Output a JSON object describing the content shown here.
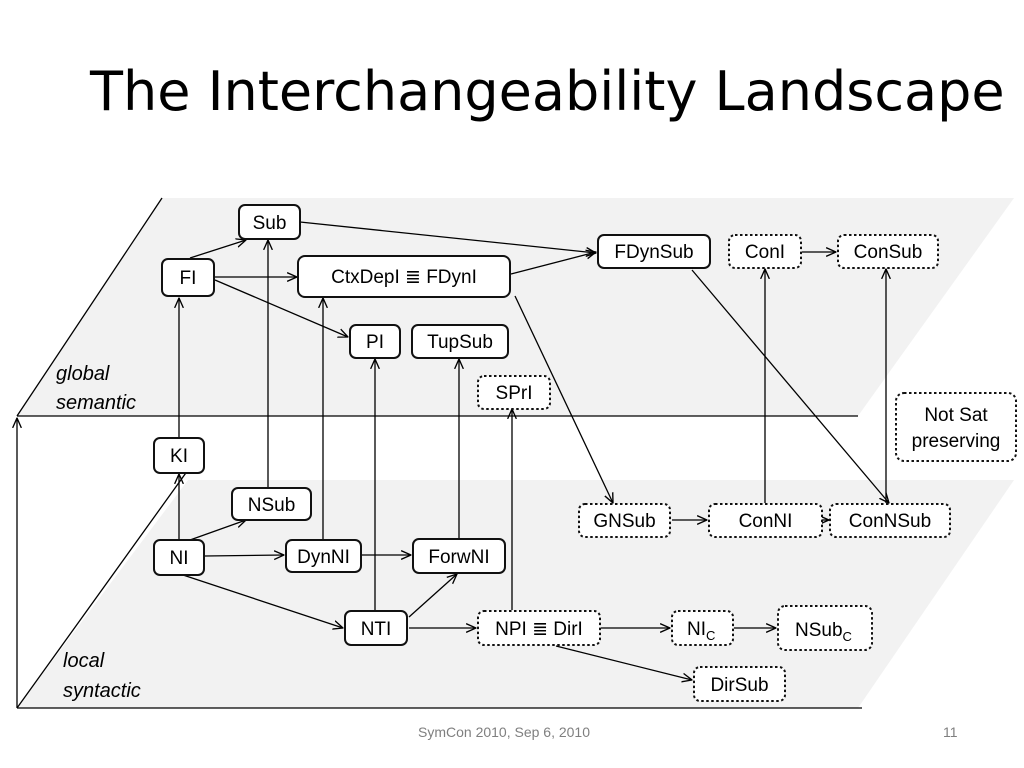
{
  "slide": {
    "title": "The Interchangeability Landscape",
    "footer": "SymCon 2010, Sep 6, 2010",
    "page_number": "11"
  },
  "regions": {
    "global": [
      "global",
      "semantic"
    ],
    "local": [
      "local",
      "syntactic"
    ]
  },
  "nodes": {
    "sub": {
      "label": "Sub"
    },
    "fi": {
      "label": "FI"
    },
    "ctxdepi": {
      "label": "CtxDepI ≣ FDynI"
    },
    "fdynsub": {
      "label": "FDynSub"
    },
    "coni": {
      "label": "ConI"
    },
    "consub": {
      "label": "ConSub"
    },
    "pi": {
      "label": "PI"
    },
    "tupsub": {
      "label": "TupSub"
    },
    "spri": {
      "label": "SPrI"
    },
    "notsat": {
      "label_line1": "Not Sat",
      "label_line2": "preserving"
    },
    "ki": {
      "label": "KI"
    },
    "nsub": {
      "label": "NSub"
    },
    "ni": {
      "label": "NI"
    },
    "dynni": {
      "label": "DynNI"
    },
    "forwni": {
      "label": "ForwNI"
    },
    "gnsub": {
      "label": "GNSub"
    },
    "conni": {
      "label": "ConNI"
    },
    "connsub": {
      "label": "ConNSub"
    },
    "nti": {
      "label": "NTI"
    },
    "npi": {
      "label": "NPI ≣ DirI"
    },
    "nic": {
      "label": "NI",
      "sub": "C"
    },
    "nsubc": {
      "label": "NSub",
      "sub": "C"
    },
    "dirsub": {
      "label": "DirSub"
    }
  }
}
